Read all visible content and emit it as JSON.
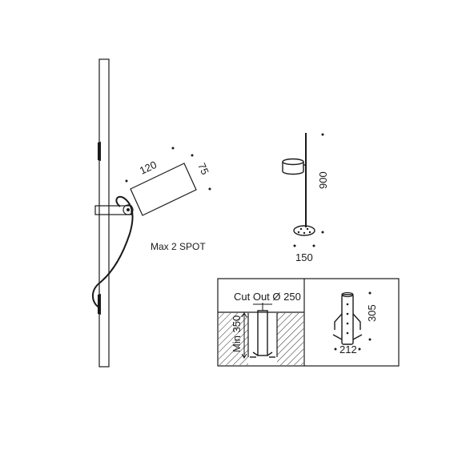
{
  "spot": {
    "dim_width": "120",
    "dim_height": "75",
    "caption": "Max 2 SPOT"
  },
  "floor_lamp": {
    "dim_height": "900",
    "dim_base": "150"
  },
  "install": {
    "cutout_label": "Cut Out Ø 250",
    "min_depth_label": "Min 350",
    "anchor_height": "305",
    "anchor_width": "212"
  }
}
